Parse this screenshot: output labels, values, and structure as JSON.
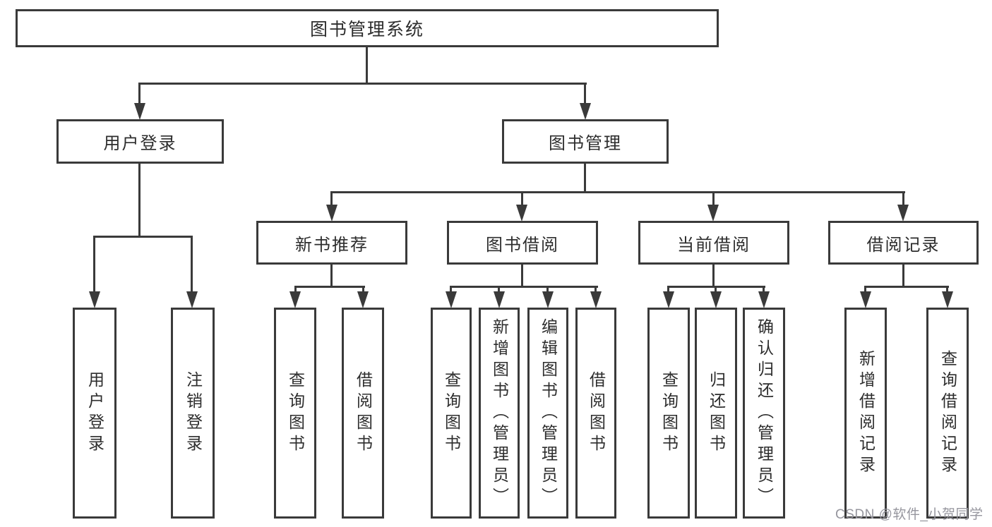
{
  "diagram": {
    "root": "图书管理系统",
    "level2": {
      "user_login": "用户登录",
      "book_mgmt": "图书管理"
    },
    "level3": {
      "new_books": "新书推荐",
      "book_borrow": "图书借阅",
      "current_borrow": "当前借阅",
      "borrow_records": "借阅记录"
    },
    "leaves": {
      "user_login": [
        "用户登录",
        "注销登录"
      ],
      "new_books": [
        "查询图书",
        "借阅图书"
      ],
      "book_borrow": [
        "查询图书",
        "新增图书（管理员）",
        "编辑图书（管理员）",
        "借阅图书"
      ],
      "current_borrow": [
        "查询图书",
        "归还图书",
        "确认归还（管理员）"
      ],
      "borrow_records": [
        "新增借阅记录",
        "查询借阅记录"
      ]
    }
  },
  "watermark": "CSDN @软件_小贺同学",
  "colors": {
    "line": "#3a3a3a",
    "text": "#2d2d2d",
    "watermark": "#96969e",
    "background": "#ffffff"
  }
}
